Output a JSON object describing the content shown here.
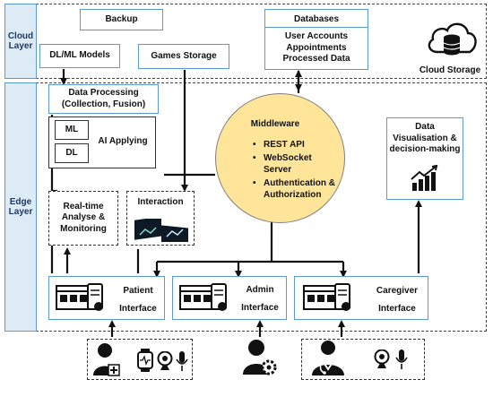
{
  "layers": {
    "cloud": "Cloud Layer",
    "edge": "Edge Layer"
  },
  "cloud": {
    "backup": "Backup",
    "dl_models": "DL/ML Models",
    "games_storage": "Games Storage",
    "databases": {
      "title": "Databases",
      "items": [
        "User Accounts",
        "Appointments",
        "Processed Data"
      ]
    },
    "cloud_storage": "Cloud Storage"
  },
  "edge": {
    "data_processing": "Data Processing (Collection, Fusion)",
    "ml": "ML",
    "dl": "DL",
    "ai_applying": "AI Applying",
    "realtime": "Real-time Analyse & Monitoring",
    "interaction": "Interaction",
    "middleware": {
      "title": "Middleware",
      "items": [
        "REST API",
        "WebSocket Server",
        "Authentication & Authorization"
      ]
    },
    "data_vis": "Data Visualisation & decision-making",
    "interfaces": {
      "patient": "Patient Interface",
      "admin": "Admin Interface",
      "caregiver": "Caregiver Interface"
    }
  },
  "icons": [
    "database-cloud-icon",
    "bar-chart-growth-icon",
    "web-interface-icon",
    "patient-icon",
    "admin-icon",
    "caregiver-icon",
    "smartwatch-icon",
    "webcam-icon",
    "microphone-icon"
  ]
}
